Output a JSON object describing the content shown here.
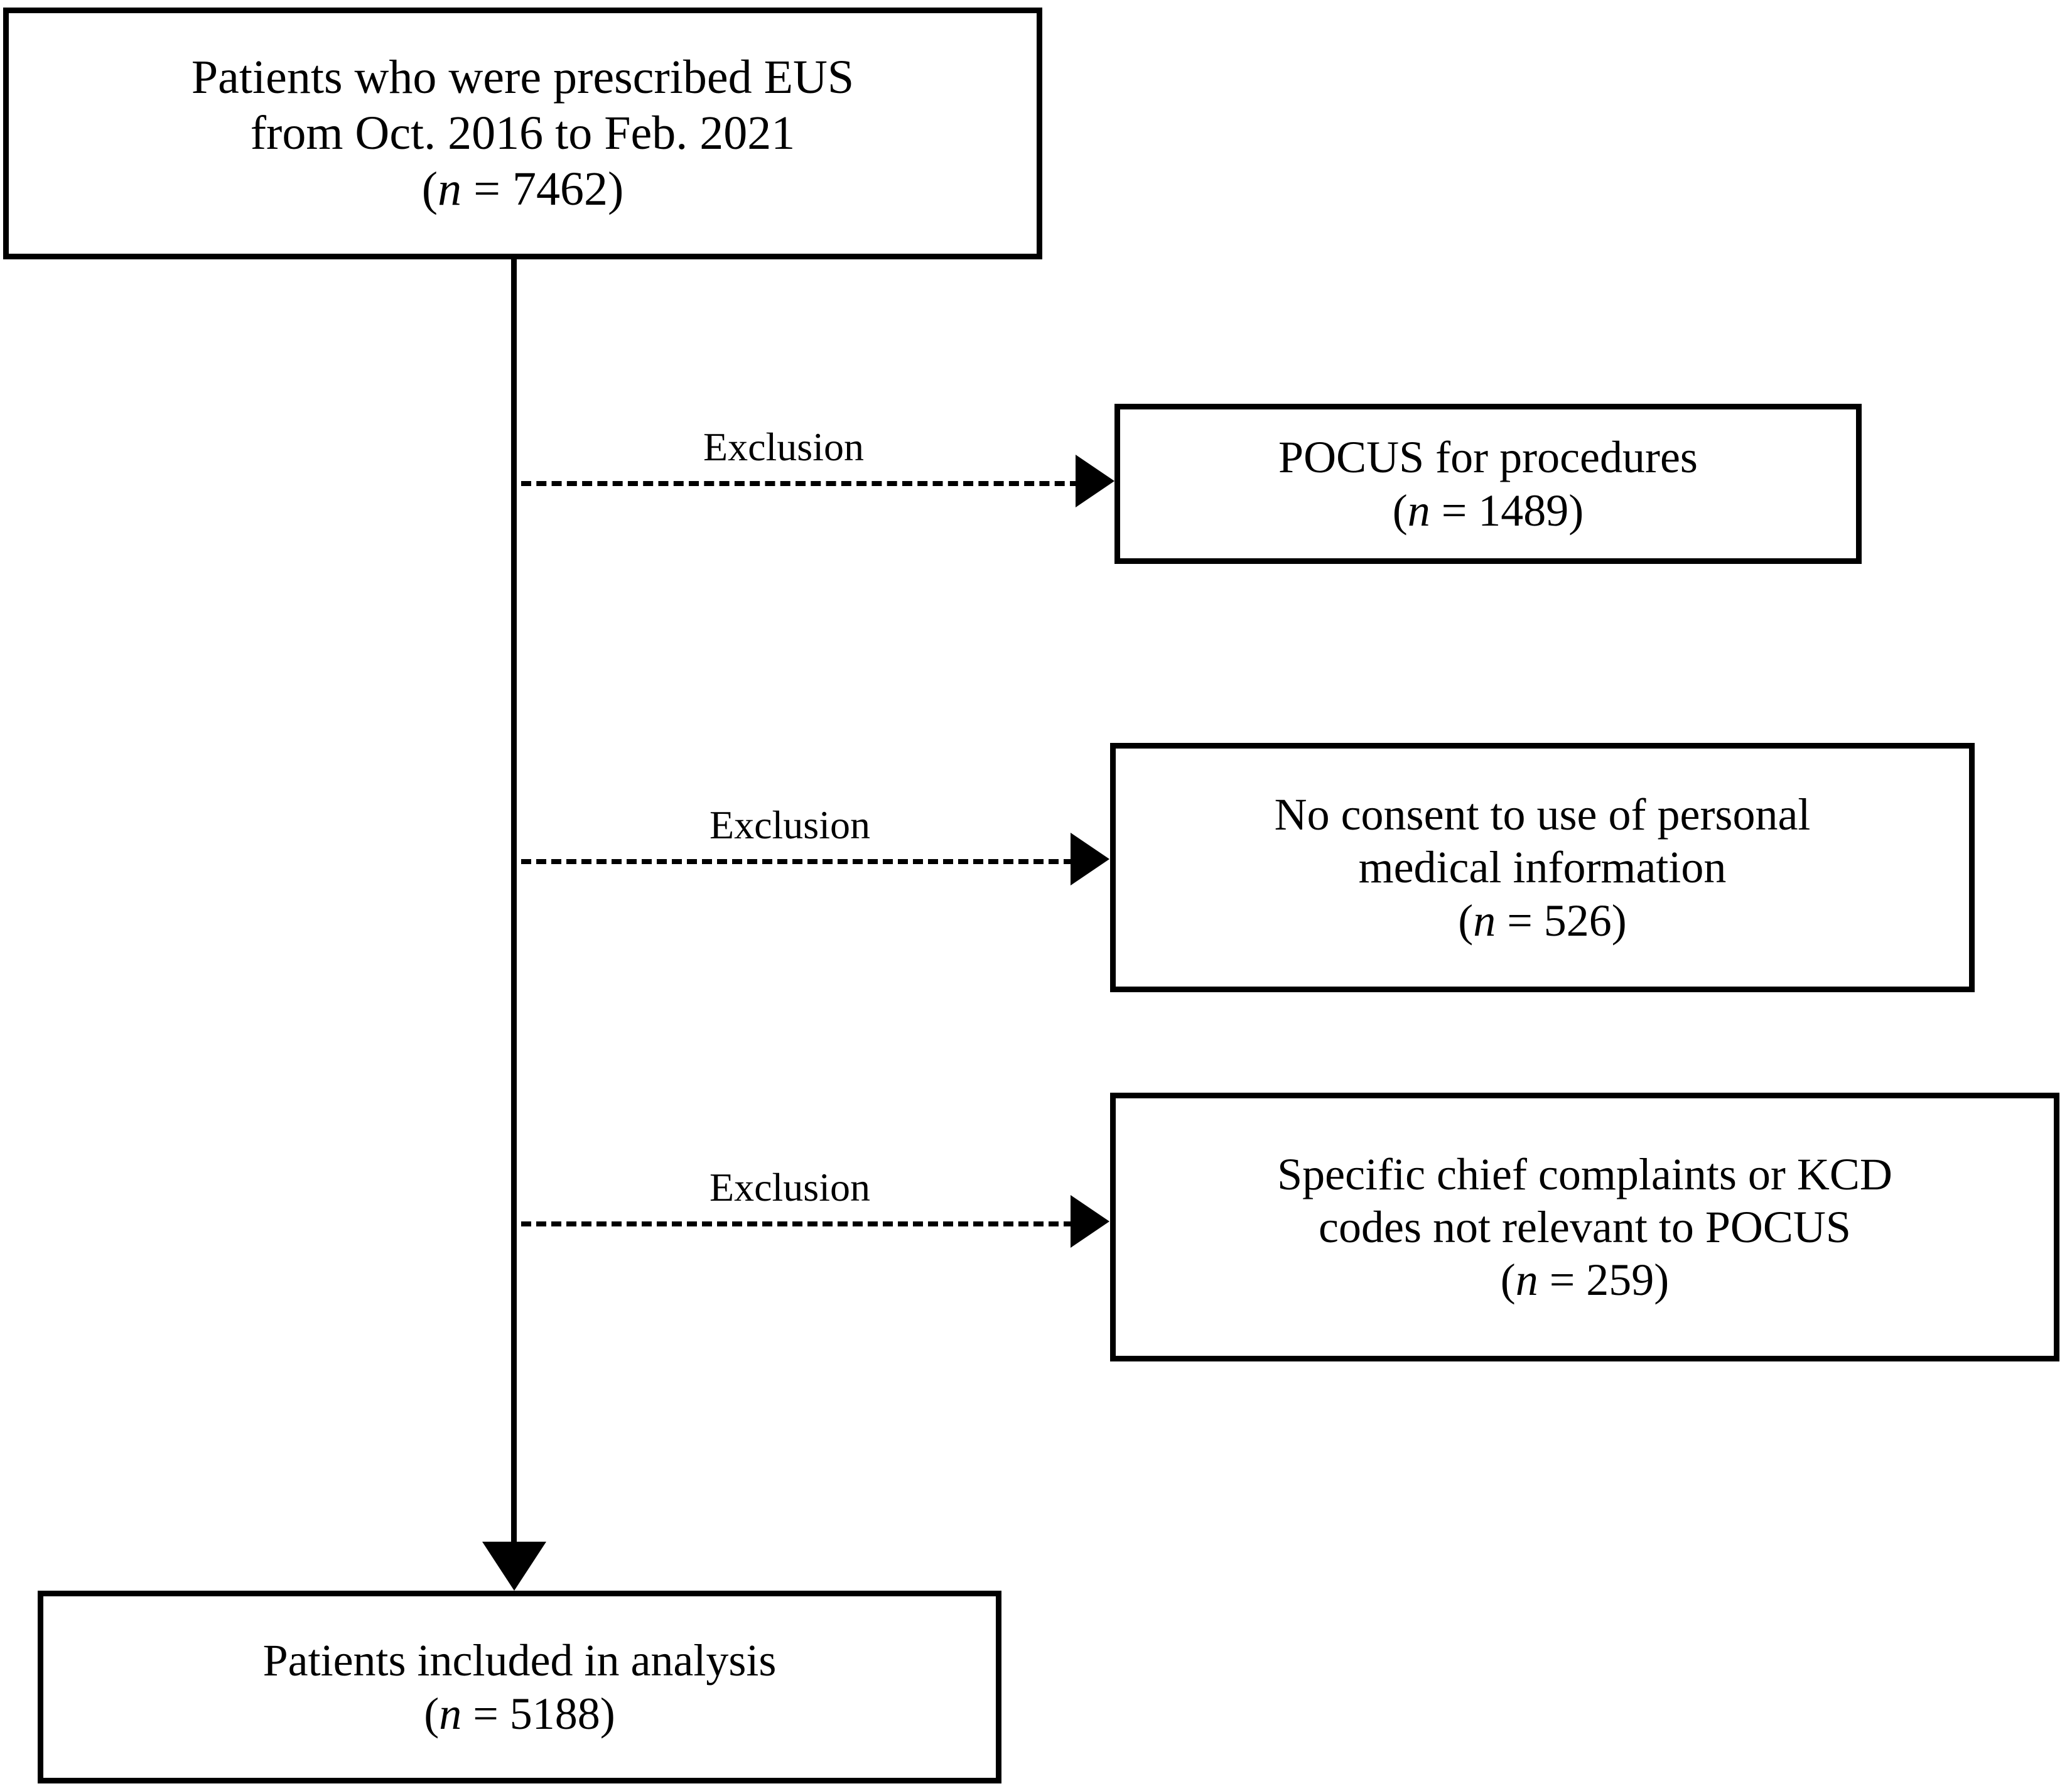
{
  "diagram": {
    "type": "patient-flow-diagram",
    "orientation": "vertical-with-side-exclusions",
    "n_symbol": "n",
    "nodes": {
      "source": {
        "line1": "Patients who were prescribed EUS",
        "line2": "from Oct. 2016 to Feb. 2021",
        "count_prefix": "(",
        "count_label": "n",
        "count_eq": " = ",
        "count_value": "7462",
        "count_suffix": ")"
      },
      "exclusion_1": {
        "line1": "POCUS for procedures",
        "count_prefix": "(",
        "count_label": "n",
        "count_eq": " = ",
        "count_value": "1489",
        "count_suffix": ")"
      },
      "exclusion_2": {
        "line1": "No consent to use of personal",
        "line2": "medical information",
        "count_prefix": "(",
        "count_label": "n",
        "count_eq": " = ",
        "count_value": "526",
        "count_suffix": ")"
      },
      "exclusion_3": {
        "line1": "Specific chief complaints or KCD",
        "line2": "codes not relevant to POCUS",
        "count_prefix": "(",
        "count_label": "n",
        "count_eq": " = ",
        "count_value": "259",
        "count_suffix": ")"
      },
      "included": {
        "line1": "Patients included in analysis",
        "count_prefix": "(",
        "count_label": "n",
        "count_eq": " = ",
        "count_value": "5188",
        "count_suffix": ")"
      }
    },
    "connectors": {
      "exclusion_1_label": "Exclusion",
      "exclusion_2_label": "Exclusion",
      "exclusion_3_label": "Exclusion"
    },
    "colors": {
      "stroke": "#000000",
      "fill": "#ffffff",
      "text": "#000000"
    }
  }
}
